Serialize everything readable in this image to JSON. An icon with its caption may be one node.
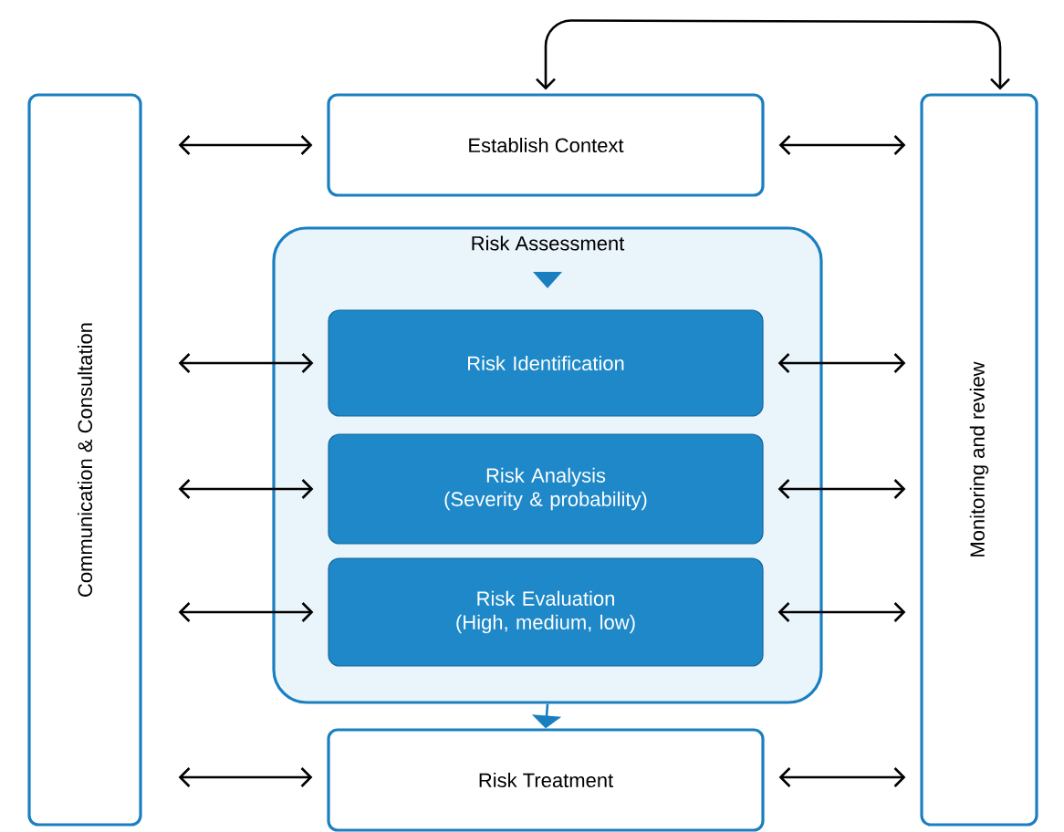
{
  "diagram": {
    "nodes": [
      {
        "text": [
          "Communication & Consultation"
        ]
      },
      {
        "text": [
          "Establish Context"
        ]
      },
      {
        "text": [
          "Risk Assessment"
        ]
      },
      {
        "text": [
          "Risk Identification"
        ],
        "in": 2
      },
      {
        "text": [
          "Risk Analysis (Severity & probability)"
        ],
        "in": 2
      },
      {
        "text": [
          "Risk Evaluation (High, medium, low)"
        ],
        "in": 2
      },
      {
        "text": [
          "Risk Treatment"
        ]
      },
      {
        "text": [
          "Monitoring and review"
        ]
      }
    ],
    "edges": [
      {
        "from": 1,
        "to": 7,
        "arrow": "both"
      },
      {
        "from": 0,
        "to": 1,
        "arrow": "both"
      },
      {
        "from": 1,
        "to": 7,
        "arrow": "both"
      },
      {
        "from": 0,
        "to": 3,
        "arrow": "both"
      },
      {
        "from": 3,
        "to": 7,
        "arrow": "both"
      },
      {
        "from": 0,
        "to": 4,
        "arrow": "both"
      },
      {
        "from": 4,
        "to": 7,
        "arrow": "both"
      },
      {
        "from": 0,
        "to": 5,
        "arrow": "both"
      },
      {
        "from": 5,
        "to": 7,
        "arrow": "both"
      },
      {
        "from": 2,
        "to": 6,
        "arrow": "to",
        "color": "#1a7fc1"
      },
      {
        "from": 0,
        "to": 6,
        "arrow": "both"
      },
      {
        "from": 6,
        "to": 7,
        "arrow": "both"
      }
    ]
  }
}
